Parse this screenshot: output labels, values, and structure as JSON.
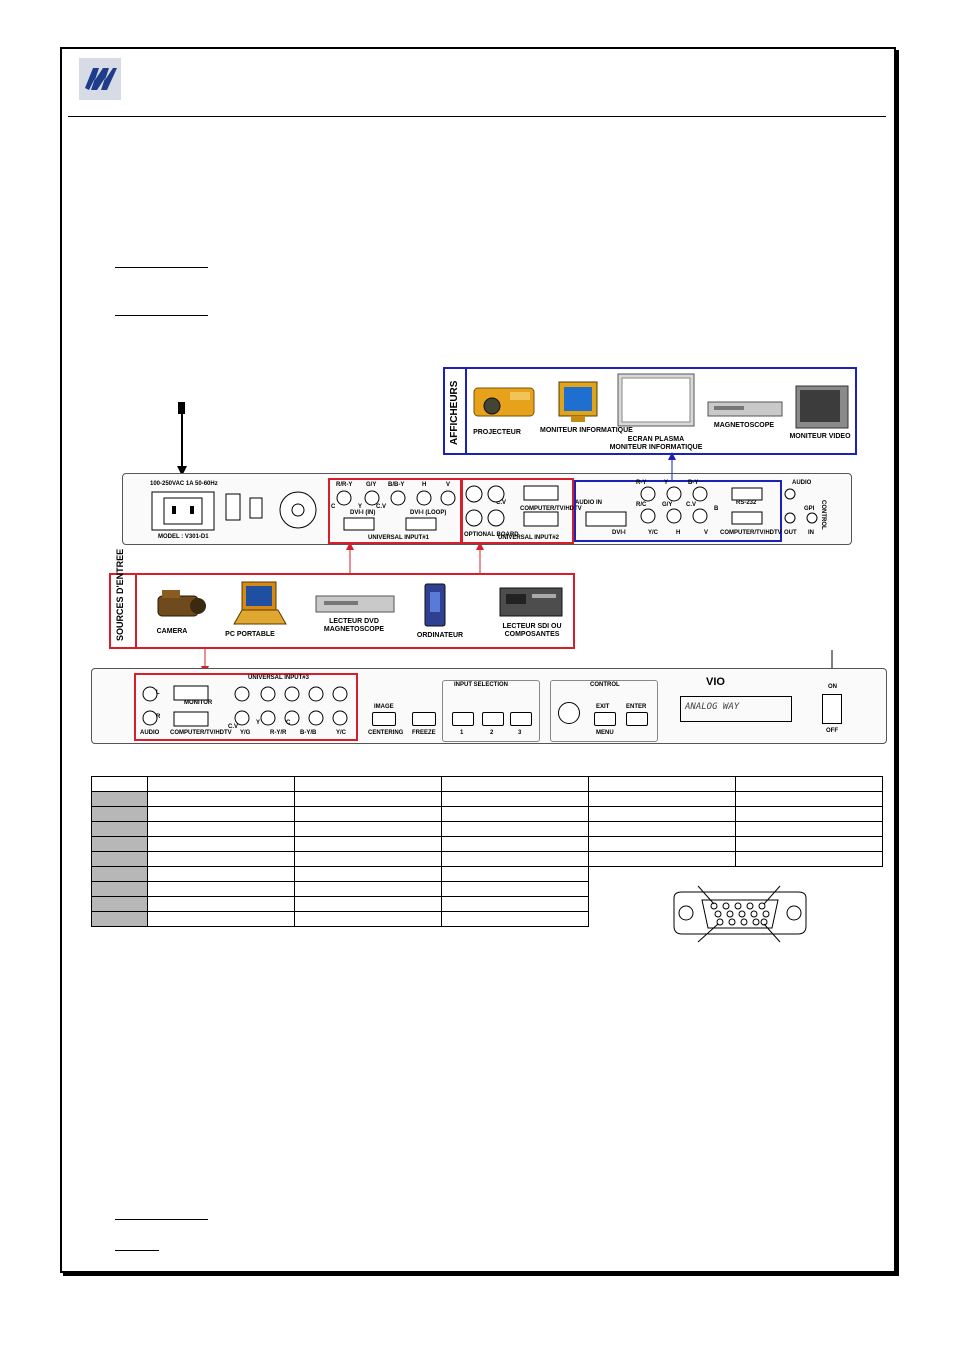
{
  "diagram": {
    "displays_title": "AFFICHEURS",
    "displays": [
      "PROJECTEUR",
      "MONITEUR INFORMATIQUE",
      "ECRAN PLASMA",
      "MONITEUR INFORMATIQUE",
      "MAGNETOSCOPE",
      "MONITEUR VIDEO"
    ],
    "sources_title": "SOURCES D'ENTREE",
    "sources": [
      "CAMERA",
      "PC PORTABLE",
      "LECTEUR DVD MAGNETOSCOPE",
      "ORDINATEUR",
      "LECTEUR SDI OU COMPOSANTES"
    ],
    "rear_panel": {
      "power_text": "100-250VAC 1A 50-60Hz",
      "model_text": "MODEL : V301-D1",
      "input1_label": "UNIVERSAL INPUT#1",
      "input2_label": "UNIVERSAL INPUT#2",
      "connectors_in1": [
        "R/R-Y",
        "G/Y",
        "B/B-Y",
        "H",
        "V",
        "C",
        "Y",
        "C.V",
        "DVI-I (IN)",
        "DVI-I (LOOP)"
      ],
      "connectors_in2": [
        "COMPUTER/TV/HDTV",
        "C.V",
        "AUDIO IN",
        "OPTIONAL BOARD"
      ],
      "connectors_out": [
        "R-Y",
        "Y",
        "B-Y",
        "R/C",
        "G/Y",
        "C.V",
        "B",
        "DVI-I",
        "Y/C",
        "H",
        "V",
        "COMPUTER/TV/HDTV",
        "RS-232",
        "AUDIO",
        "OUT",
        "IN",
        "CONTROL",
        "GPI"
      ]
    },
    "front_panel": {
      "input3_label": "UNIVERSAL INPUT#3",
      "left_connectors": [
        "L",
        "R",
        "MONITOR",
        "AUDIO",
        "COMPUTER/TV/HDTV",
        "C.V",
        "Y/G",
        "R-Y/R",
        "B-Y/B",
        "Y/C",
        "Y",
        "C"
      ],
      "buttons": [
        "IMAGE",
        "CENTERING",
        "FREEZE",
        "1",
        "2",
        "3",
        "EXIT",
        "ENTER",
        "MENU"
      ],
      "input_selection": "INPUT SELECTION",
      "control": "CONTROL",
      "lcd_text": "ANALOG WAY",
      "brand": "VIO",
      "power_on": "ON",
      "power_off": "OFF"
    }
  },
  "colors": {
    "displays_box": "#1a22b8",
    "sources_box": "#d61f2a",
    "table_shade": "#b7b7b7"
  },
  "icons": [
    "analog-way-logo-icon",
    "power-plug-icon",
    "vga-connector-icon"
  ]
}
